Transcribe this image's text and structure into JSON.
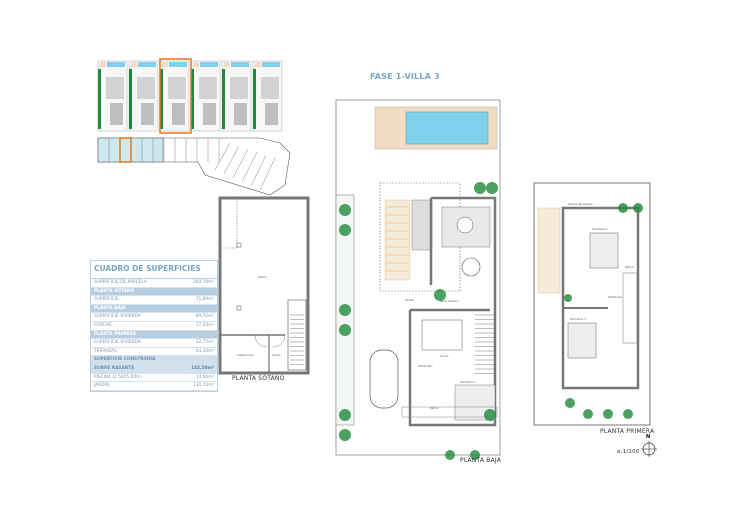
{
  "header": {
    "title": "FASE 1-VILLA 3"
  },
  "surfaces_table": {
    "title": "CUADRO DE SUPERFICIES",
    "rows": [
      {
        "type": "row",
        "label": "SUPERFICIE DE PARCELA",
        "value": "264,78m²"
      },
      {
        "type": "section",
        "label": "PLANTA SÓTANO",
        "value": ""
      },
      {
        "type": "row",
        "label": "SUPERFICIE",
        "value": "71,89m²"
      },
      {
        "type": "section",
        "label": "PLANTA BAJA",
        "value": ""
      },
      {
        "type": "row",
        "label": "SUPERFICIE VIVIENDA",
        "value": "89,72m²"
      },
      {
        "type": "row",
        "label": "PORCHE",
        "value": "17,24m²"
      },
      {
        "type": "section",
        "label": "PLANTA PRIMERA",
        "value": ""
      },
      {
        "type": "row",
        "label": "SUPERFICIE VIVIENDA",
        "value": "32,75m²"
      },
      {
        "type": "row",
        "label": "TERRAZAS",
        "value": "44,30m²"
      },
      {
        "type": "total",
        "label": "SUPERFICIE CONSTRUIDA",
        "value": ""
      },
      {
        "type": "total",
        "label": "SOBRE RASANTE",
        "value": "142,50m²"
      },
      {
        "type": "row",
        "label": "PISCINA (2,50X5,60m)",
        "value": "14,00m²"
      },
      {
        "type": "row",
        "label": "JARDIN",
        "value": "130,10m²"
      }
    ]
  },
  "plans": {
    "sotano": {
      "label": "PLANTA SÓTANO",
      "rooms": [
        "Sótano",
        "Instalaciones",
        "Acceso"
      ]
    },
    "baja": {
      "label": "PLANTA BAJA",
      "rooms": [
        "Terraza",
        "Salón comedor",
        "Cocina",
        "Distribuidor",
        "Dormitorio 1",
        "Baño 1"
      ]
    },
    "primera": {
      "label": "PLANTA PRIMERA",
      "rooms": [
        "Terraza descubierta",
        "Dormitorio 2",
        "Dormitorio 3",
        "Baño 2",
        "Distribuidor"
      ]
    }
  },
  "scale": "e:1/100",
  "north_label": "N",
  "colors": {
    "accent": "#7aa6c8",
    "highlight": "#e07b1a",
    "pool": "#7fd0ec",
    "deck": "#f3dcc4",
    "plant": "#1f8a3a"
  }
}
